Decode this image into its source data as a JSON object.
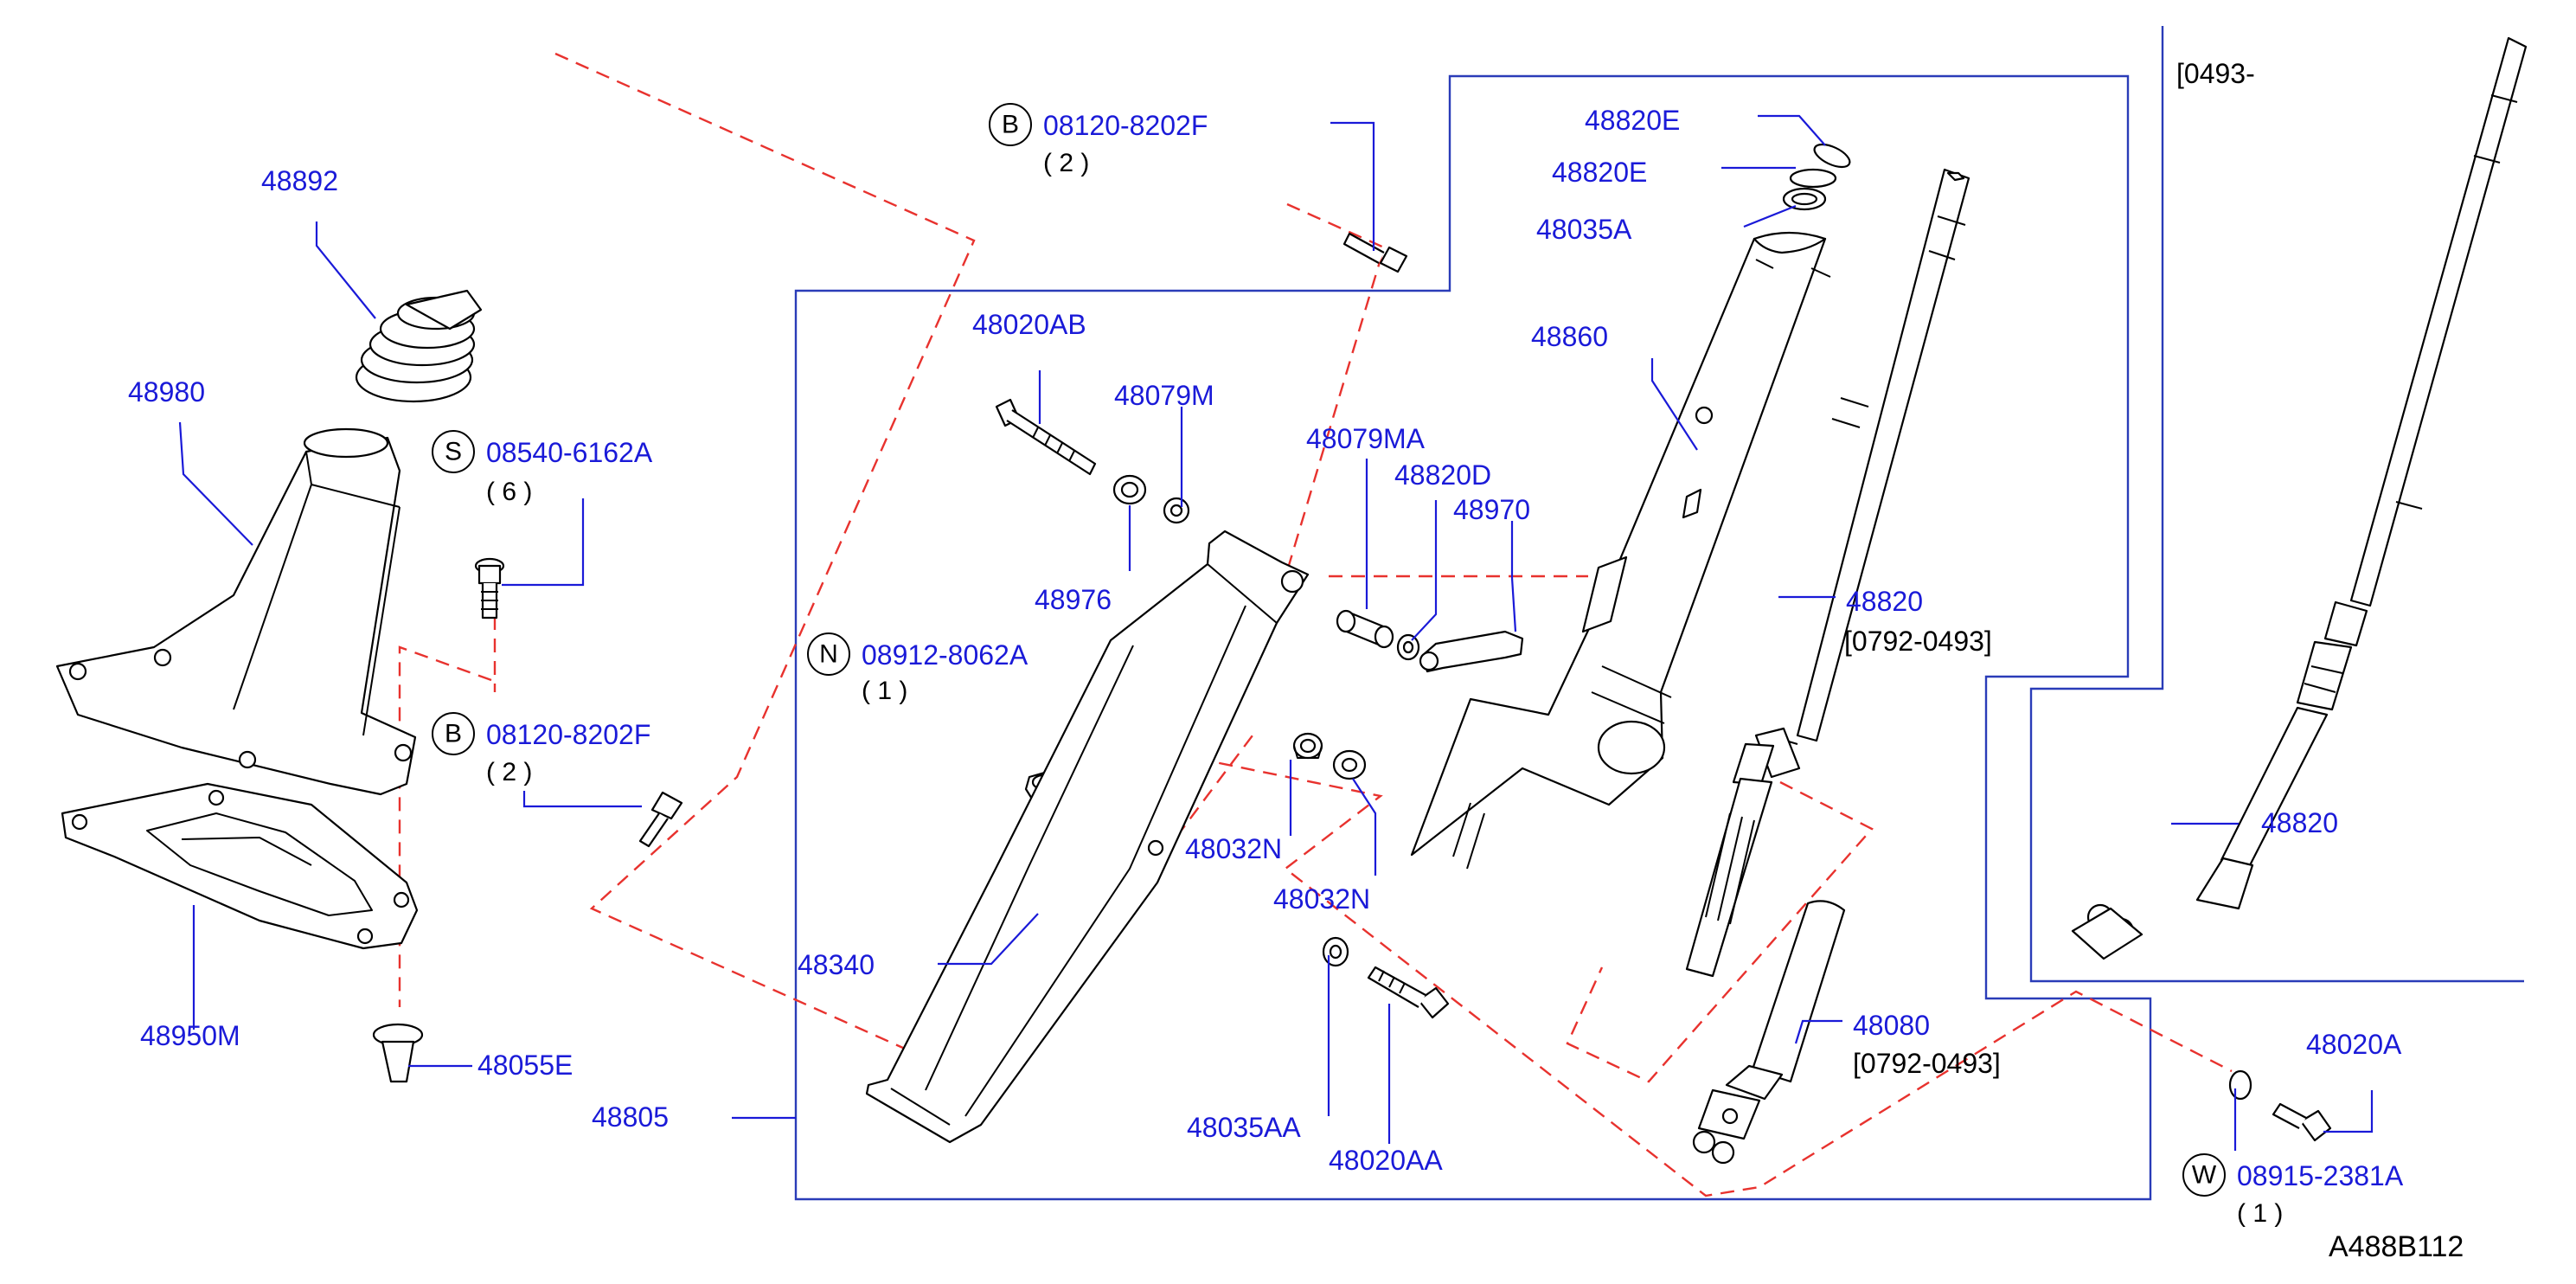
{
  "diagram_id": "A488B112",
  "labels": {
    "p48892": "48892",
    "p48980": "48980",
    "p48950M": "48950M",
    "p48055E": "48055E",
    "p48805": "48805",
    "p48340": "48340",
    "p48020AB": "48020AB",
    "p48079M": "48079M",
    "p48976": "48976",
    "p48079MA": "48079MA",
    "p48820D": "48820D",
    "p48970": "48970",
    "p48860": "48860",
    "p48820E_1": "48820E",
    "p48820E_2": "48820E",
    "p48035A": "48035A",
    "p48820_a": "48820",
    "p48820_b": "48820",
    "p48032N_1": "48032N",
    "p48032N_2": "48032N",
    "p48035AA": "48035AA",
    "p48020AA": "48020AA",
    "p48080": "48080",
    "p48020A": "48020A"
  },
  "fasteners": {
    "s08540": {
      "prefix": "S",
      "number": "08540-6162A",
      "qty": "( 6 )"
    },
    "b08120_left": {
      "prefix": "B",
      "number": "08120-8202F",
      "qty": "( 2 )"
    },
    "b08120_top": {
      "prefix": "B",
      "number": "08120-8202F",
      "qty": "( 2 )"
    },
    "n08912": {
      "prefix": "N",
      "number": "08912-8062A",
      "qty": "( 1 )"
    },
    "w08915": {
      "prefix": "W",
      "number": "08915-2381A",
      "qty": "( 1 )"
    }
  },
  "notes": {
    "n48820_range": "[0792-0493]",
    "n48080_range": "[0792-0493]",
    "n_right_range": "[0493-"
  },
  "colors": {
    "part_number": "#1a1ad8",
    "frame": "#2a3cb8",
    "dashed_group": "#e8322e",
    "linework": "#000000"
  }
}
